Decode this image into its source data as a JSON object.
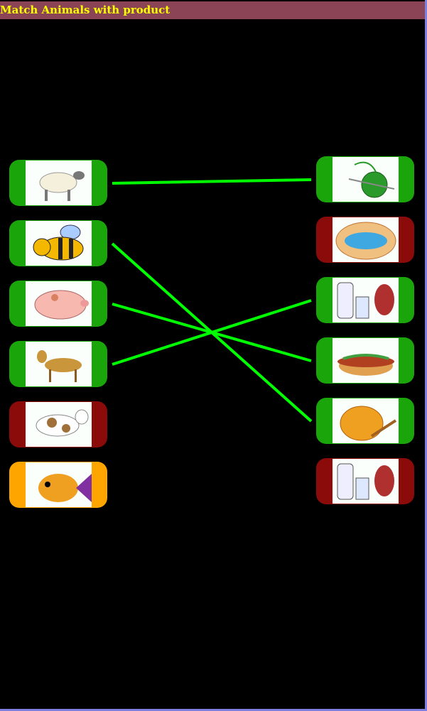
{
  "title": "Match Animals with product",
  "colors": {
    "matched": "#1aa50a",
    "unmatched": "#8b0a0a",
    "selected": "#ffa500",
    "line": "#00ff00"
  },
  "animals": [
    {
      "name": "sheep",
      "state": "matched"
    },
    {
      "name": "bee",
      "state": "matched"
    },
    {
      "name": "pig",
      "state": "matched"
    },
    {
      "name": "goat",
      "state": "matched"
    },
    {
      "name": "cow",
      "state": "unmatched"
    },
    {
      "name": "fish",
      "state": "selected"
    }
  ],
  "products": [
    {
      "name": "wool",
      "state": "matched"
    },
    {
      "name": "fish-dish",
      "state": "unmatched"
    },
    {
      "name": "milk-meat",
      "state": "matched"
    },
    {
      "name": "hotdog",
      "state": "matched"
    },
    {
      "name": "honey",
      "state": "matched"
    },
    {
      "name": "milk-meat-2",
      "state": "unmatched"
    }
  ],
  "matches": [
    [
      0,
      0
    ],
    [
      1,
      4
    ],
    [
      2,
      3
    ],
    [
      3,
      2
    ]
  ]
}
